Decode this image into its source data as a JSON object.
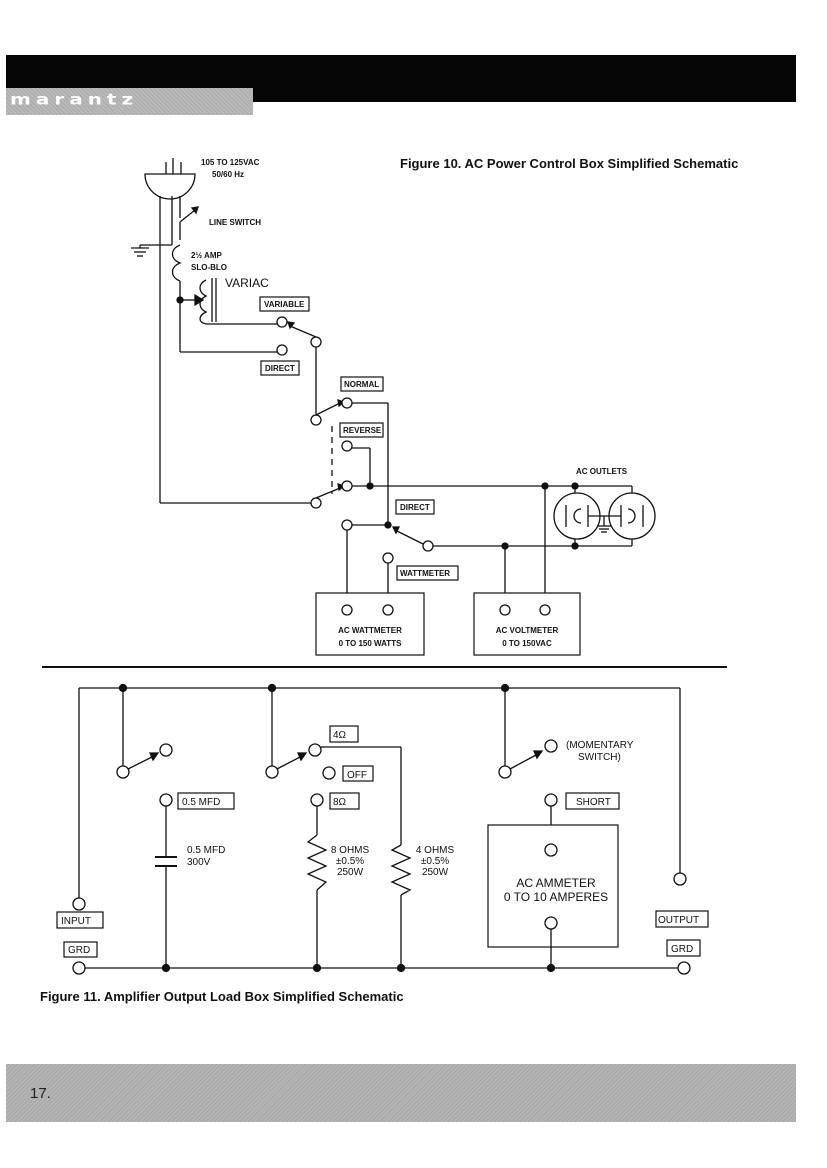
{
  "brand": "marantz",
  "page_number": "17.",
  "figure10": {
    "caption": "Figure 10.  AC Power Control Box Simplified Schematic",
    "supply_line1": "105 TO 125VAC",
    "supply_line2": "50/60 Hz",
    "line_switch": "LINE SWITCH",
    "fuse_line1": "2½ AMP",
    "fuse_line2": "SLO-BLO",
    "variac": "VARIAC",
    "variable": "VARIABLE",
    "direct1": "DIRECT",
    "normal": "NORMAL",
    "reverse": "REVERSE",
    "direct2": "DIRECT",
    "wattmeter": "WATTMETER",
    "ac_outlets": "AC OUTLETS",
    "wattmeter_box_line1": "AC WATTMETER",
    "wattmeter_box_line2": "0 TO 150 WATTS",
    "voltmeter_box_line1": "AC VOLTMETER",
    "voltmeter_box_line2": "0 TO 150VAC"
  },
  "figure11": {
    "caption": "Figure 11.  Amplifier Output Load Box Simplified Schematic",
    "four_ohm_tag": "4Ω",
    "off": "OFF",
    "eight_ohm_tag": "8Ω",
    "momentary_line1": "(MOMENTARY",
    "momentary_line2": "SWITCH)",
    "cap_tag": "0.5 MFD",
    "short": "SHORT",
    "cap_line1": "0.5 MFD",
    "cap_line2": "300V",
    "r8_line1": "8 OHMS",
    "r8_line2": "±0.5%",
    "r8_line3": "250W",
    "r4_line1": "4 OHMS",
    "r4_line2": "±0.5%",
    "r4_line3": "250W",
    "ammeter_line1": "AC AMMETER",
    "ammeter_line2": "0 TO 10 AMPERES",
    "input": "INPUT",
    "output": "OUTPUT",
    "grd_left": "GRD",
    "grd_right": "GRD"
  }
}
